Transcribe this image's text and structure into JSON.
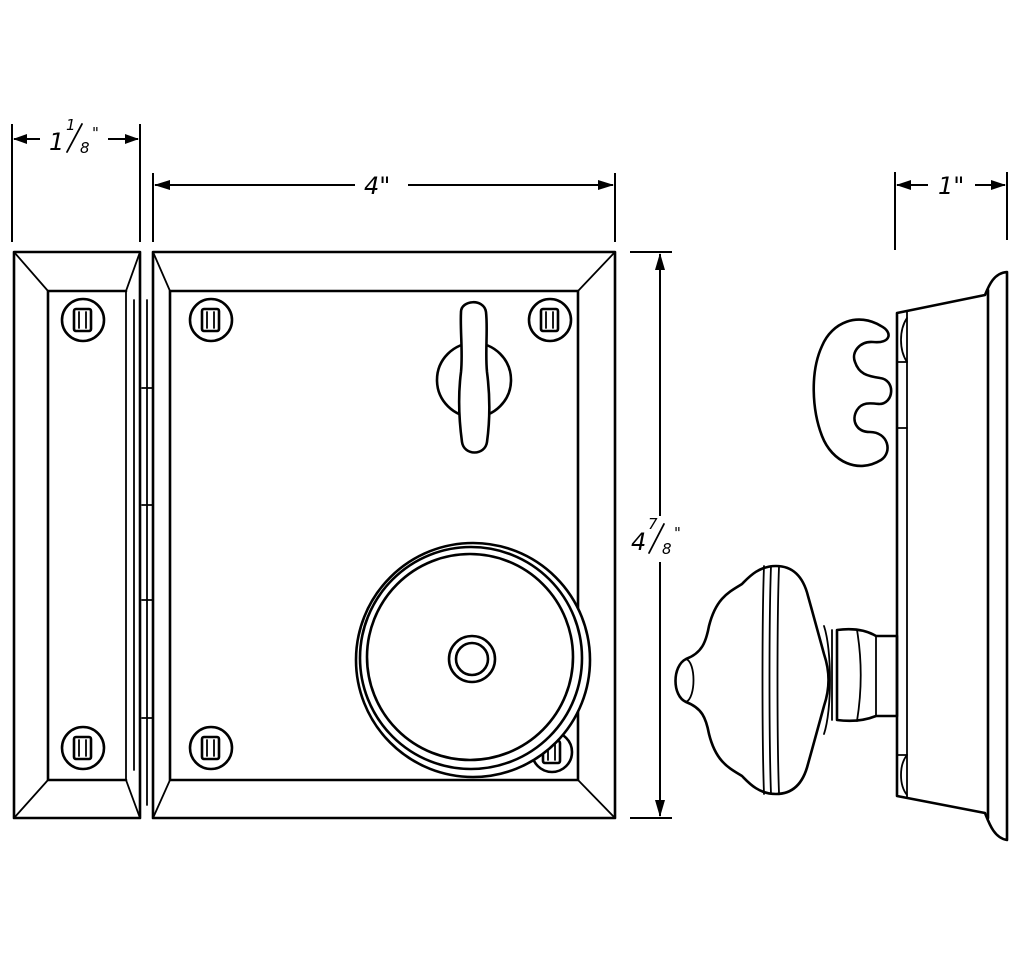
{
  "dimensions": {
    "strike_width": {
      "whole": "1",
      "num": "1",
      "den": "8",
      "inch": "\""
    },
    "lock_width": {
      "text": "4\""
    },
    "depth": {
      "text": "1\""
    },
    "height": {
      "whole": "4",
      "num": "7",
      "den": "8",
      "inch": "\""
    }
  },
  "colors": {
    "line": "#000000",
    "background": "#ffffff"
  }
}
